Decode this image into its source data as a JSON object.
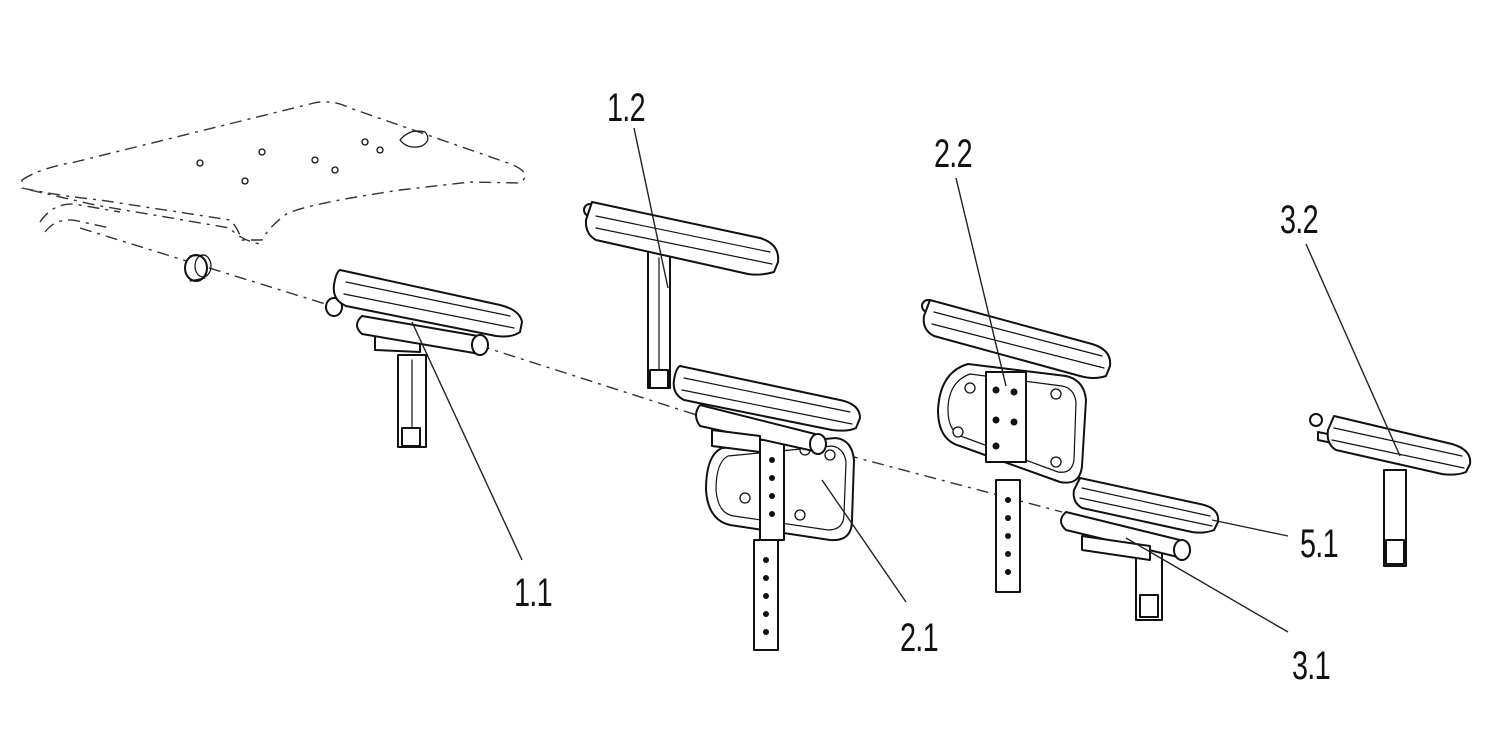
{
  "labels": {
    "l_1_1": "1.1",
    "l_1_2": "1.2",
    "l_2_1": "2.1",
    "l_2_2": "2.2",
    "l_3_1": "3.1",
    "l_3_2": "3.2",
    "l_5_1": "5.1"
  },
  "colors": {
    "line": "#111111",
    "background": "#ffffff"
  }
}
